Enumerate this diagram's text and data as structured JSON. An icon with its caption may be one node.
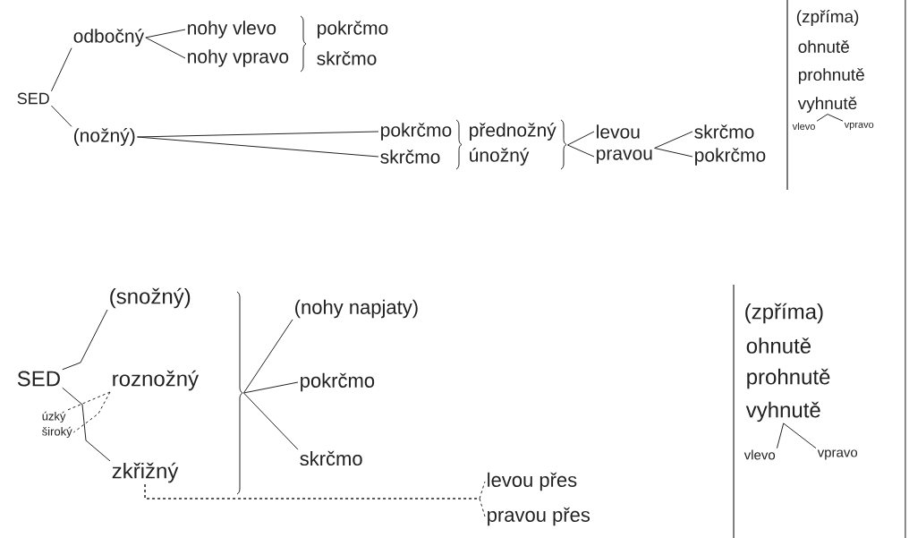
{
  "diagram": {
    "nodes": [
      {
        "text": [
          "SED"
        ]
      },
      {
        "text": [
          "odbočný"
        ]
      },
      {
        "text": [
          "nohy vlevo"
        ]
      },
      {
        "text": [
          "nohy vpravo"
        ]
      },
      {
        "text": [
          "pokrčmo"
        ]
      },
      {
        "text": [
          "skrčmo"
        ]
      },
      {
        "text": [
          "(nožný)"
        ]
      },
      {
        "text": [
          "pokrčmo"
        ]
      },
      {
        "text": [
          "skrčmo"
        ]
      },
      {
        "text": [
          "přednožný"
        ]
      },
      {
        "text": [
          "únožný"
        ]
      },
      {
        "text": [
          "levou"
        ]
      },
      {
        "text": [
          "pravou"
        ]
      },
      {
        "text": [
          "skrčmo"
        ]
      },
      {
        "text": [
          "pokrčmo"
        ]
      },
      {
        "text": [
          "vyhnutě"
        ]
      },
      {
        "text": [
          "vlevo"
        ]
      },
      {
        "text": [
          "vpravo"
        ]
      },
      {
        "text": [
          "SED"
        ]
      },
      {
        "text": [
          "(snožný)"
        ]
      },
      {
        "text": [
          "roznožný"
        ]
      },
      {
        "text": [
          "úzký"
        ]
      },
      {
        "text": [
          "široký"
        ]
      },
      {
        "text": [
          "zkřižný"
        ]
      },
      {
        "text": [
          "(nohy napjaty)"
        ]
      },
      {
        "text": [
          "pokrčmo"
        ]
      },
      {
        "text": [
          "skrčmo"
        ]
      },
      {
        "text": [
          "levou přes"
        ]
      },
      {
        "text": [
          "pravou přes"
        ]
      },
      {
        "text": [
          "vyhnutě"
        ]
      },
      {
        "text": [
          "vlevo"
        ]
      },
      {
        "text": [
          "vpravo"
        ]
      },
      {
        "text": [],
        "shape": "brace"
      },
      {
        "text": [],
        "shape": "brace"
      },
      {
        "text": [],
        "shape": "brace"
      },
      {
        "text": [],
        "shape": "brace"
      }
    ],
    "edges": [
      {
        "from": 0,
        "to": 1,
        "arrow": "none"
      },
      {
        "from": 0,
        "to": 6,
        "arrow": "none"
      },
      {
        "from": 1,
        "to": 2,
        "arrow": "none"
      },
      {
        "from": 1,
        "to": 3,
        "arrow": "none"
      },
      {
        "from": 6,
        "to": 7,
        "arrow": "none"
      },
      {
        "from": 6,
        "to": 8,
        "arrow": "none"
      },
      {
        "from": 34,
        "to": 11,
        "arrow": "none"
      },
      {
        "from": 34,
        "to": 12,
        "arrow": "none"
      },
      {
        "from": 12,
        "to": 13,
        "arrow": "none"
      },
      {
        "from": 12,
        "to": 14,
        "arrow": "none"
      },
      {
        "from": 15,
        "to": 16,
        "arrow": "none"
      },
      {
        "from": 15,
        "to": 17,
        "arrow": "none"
      },
      {
        "from": 18,
        "to": 19,
        "arrow": "none"
      },
      {
        "from": 18,
        "to": 23,
        "arrow": "none"
      },
      {
        "from": 20,
        "to": 21,
        "arrow": "none",
        "style": "dashed"
      },
      {
        "from": 20,
        "to": 22,
        "arrow": "none",
        "style": "dashed"
      },
      {
        "from": 35,
        "to": 24,
        "arrow": "none"
      },
      {
        "from": 35,
        "to": 25,
        "arrow": "none"
      },
      {
        "from": 35,
        "to": 26,
        "arrow": "none"
      },
      {
        "from": 23,
        "to": 27,
        "arrow": "none",
        "style": "dashed"
      },
      {
        "from": 23,
        "to": 28,
        "arrow": "none",
        "style": "dashed"
      },
      {
        "from": 29,
        "to": 30,
        "arrow": "none"
      },
      {
        "from": 29,
        "to": 31,
        "arrow": "none"
      }
    ],
    "labels": [
      "(zpříma)",
      "ohnutě",
      "prohnutě",
      "(zpříma)",
      "ohnutě",
      "prohnutě"
    ]
  }
}
